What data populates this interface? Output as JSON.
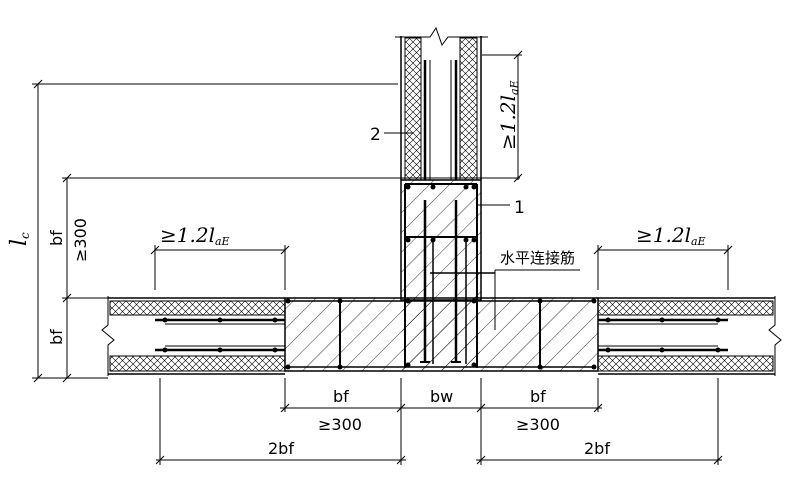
{
  "labels": {
    "column_lap": "≥1.2l",
    "column_lap_sub": "aE",
    "left_lap": "≥1.2l",
    "left_lap_sub": "aE",
    "right_lap": "≥1.2l",
    "right_lap_sub": "aE",
    "callout_2": "2",
    "callout_1": "1",
    "horizontal_bar": "水平连接筋",
    "lc": "l",
    "lc_sub": "c",
    "bf_vertical_upper": "bf",
    "ge300_vertical": "≥300",
    "bf_vertical_lower": "bf",
    "bf_bottom_left": "bf",
    "ge300_bottom_left": "≥300",
    "bw_bottom": "bw",
    "bf_bottom_right": "bf",
    "ge300_bottom_right": "≥300",
    "two_bf_left": "2bf",
    "two_bf_right": "2bf"
  },
  "colors": {
    "line": "#000000",
    "background": "#ffffff"
  }
}
